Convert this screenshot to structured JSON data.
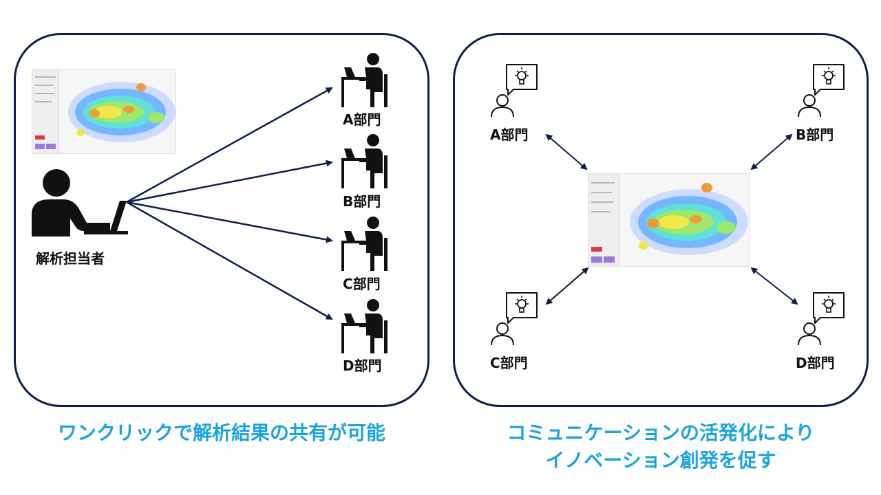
{
  "left_panel": {
    "analyst_label": "解析担当者",
    "departments": [
      "A部門",
      "B部門",
      "C部門",
      "D部門"
    ],
    "caption": "ワンクリックで解析結果の共有が可能"
  },
  "right_panel": {
    "departments": [
      "A部門",
      "B部門",
      "C部門",
      "D部門"
    ],
    "caption_line1": "コミュニケーションの活発化により",
    "caption_line2": "イノベーション創発を促す"
  },
  "colors": {
    "border": "#0f1d4a",
    "arrow": "#0f1d4a",
    "caption": "#1aa3e0"
  }
}
